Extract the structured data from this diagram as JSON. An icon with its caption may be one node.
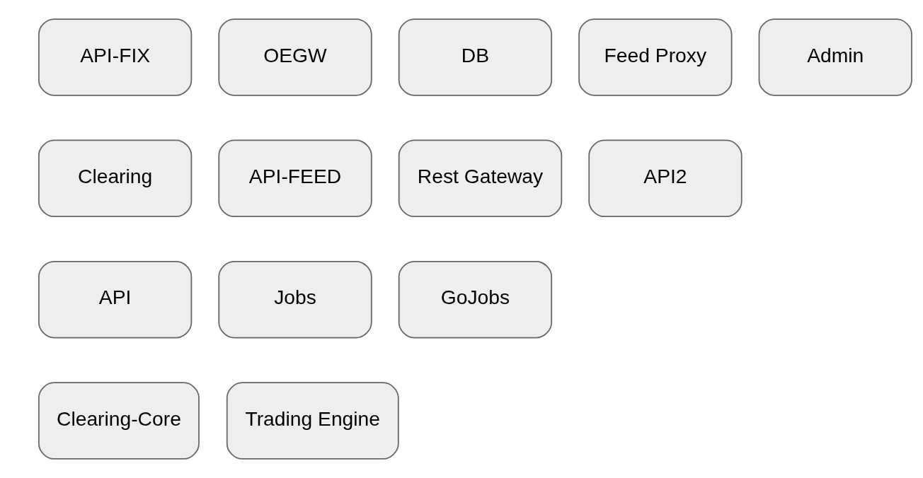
{
  "diagram": {
    "nodes": [
      {
        "text": [
          "API-FIX"
        ]
      },
      {
        "text": [
          "OEGW"
        ]
      },
      {
        "text": [
          "DB"
        ]
      },
      {
        "text": [
          "Feed Proxy"
        ]
      },
      {
        "text": [
          "Admin"
        ]
      },
      {
        "text": [
          "Clearing"
        ]
      },
      {
        "text": [
          "API-FEED"
        ]
      },
      {
        "text": [
          "Rest Gateway"
        ]
      },
      {
        "text": [
          "API2"
        ]
      },
      {
        "text": [
          "API"
        ]
      },
      {
        "text": [
          "Jobs"
        ]
      },
      {
        "text": [
          "GoJobs"
        ]
      },
      {
        "text": [
          "Clearing-Core"
        ]
      },
      {
        "text": [
          "Trading Engine"
        ]
      }
    ],
    "edges": []
  }
}
